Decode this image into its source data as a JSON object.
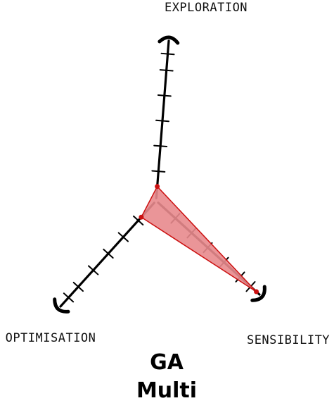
{
  "chart_data": {
    "type": "radar",
    "axes": [
      "EXPLORATION",
      "SENSIBILITY",
      "OPTIMISATION"
    ],
    "range": [
      0,
      6
    ],
    "ticks": 6,
    "series": [
      {
        "values": [
          0.4,
          6.0,
          0.8
        ]
      }
    ],
    "title": [
      "GA",
      "Multi"
    ],
    "colors": {
      "axis": "#000000",
      "fill": "#e8898d",
      "stroke": "#cc1111",
      "vertex": "#cc1111"
    }
  }
}
